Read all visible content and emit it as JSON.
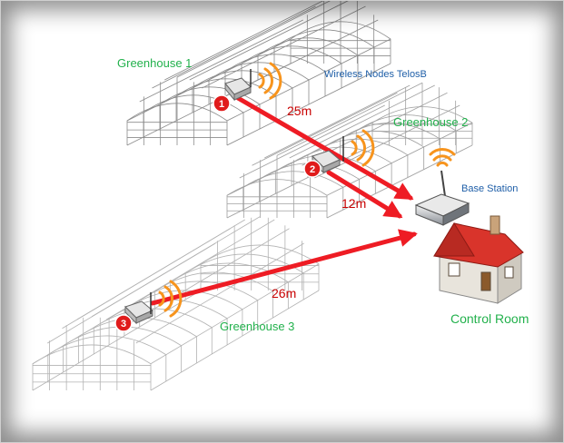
{
  "greenhouses": [
    {
      "label": "Greenhouse 1",
      "node": "1"
    },
    {
      "label": "Greenhouse 2",
      "node": "2"
    },
    {
      "label": "Greenhouse 3",
      "node": "3"
    }
  ],
  "nodes_label": "Wireless Nodes TelosB",
  "base_station_label": "Base Station",
  "control_room_label": "Control Room",
  "links": [
    {
      "from": "1",
      "distance": "25m"
    },
    {
      "from": "2",
      "distance": "12m"
    },
    {
      "from": "3",
      "distance": "26m"
    }
  ],
  "colors": {
    "link": "#ee1c24",
    "greenhouse_text": "#22b14c",
    "signal": "#f7941d",
    "roof": "#d9342b"
  }
}
